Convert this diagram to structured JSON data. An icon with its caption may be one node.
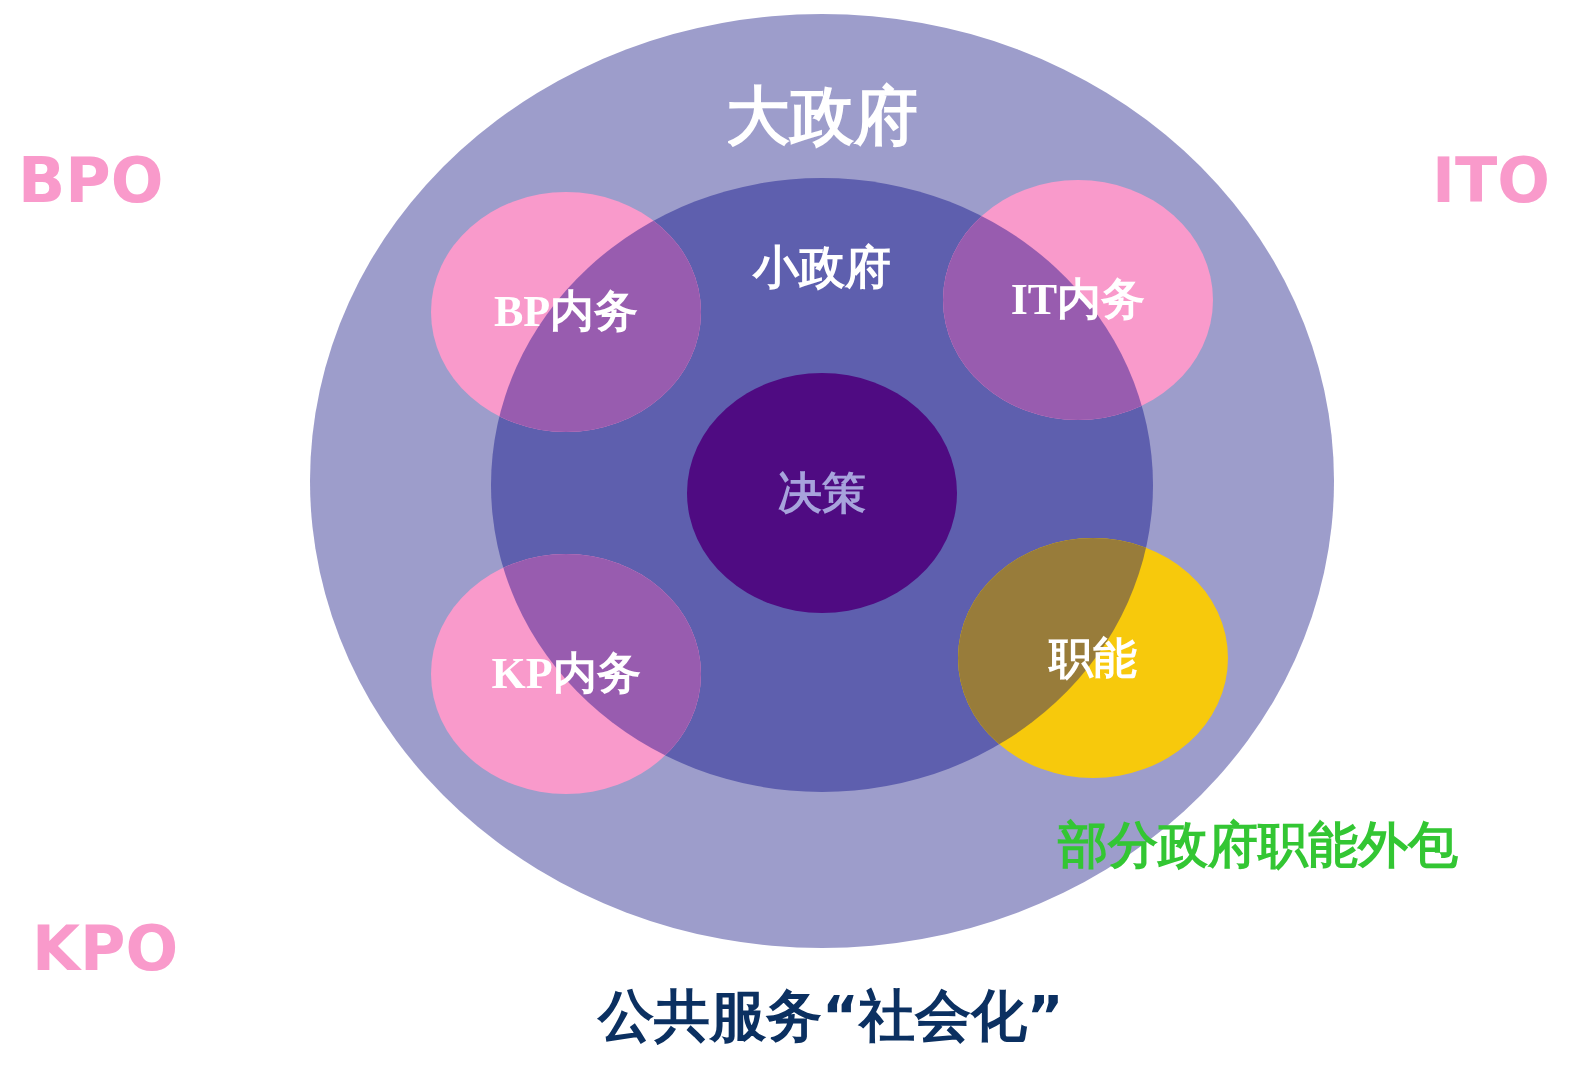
{
  "diagram": {
    "nodes": [
      {
        "text": [
          "大政府"
        ]
      },
      {
        "text": [
          "小政府"
        ],
        "in": 0
      },
      {
        "text": [
          "决策"
        ],
        "in": 1
      },
      {
        "text": [
          "BP内务"
        ],
        "in": 0
      },
      {
        "text": [
          "IT内务"
        ],
        "in": 0
      },
      {
        "text": [
          "KP内务"
        ],
        "in": 0
      },
      {
        "text": [
          "职能"
        ],
        "in": 0
      }
    ],
    "labels": [
      "BPO",
      "ITO",
      "KPO",
      "部分政府职能外包"
    ],
    "caption": "公共服务“社会化”"
  }
}
